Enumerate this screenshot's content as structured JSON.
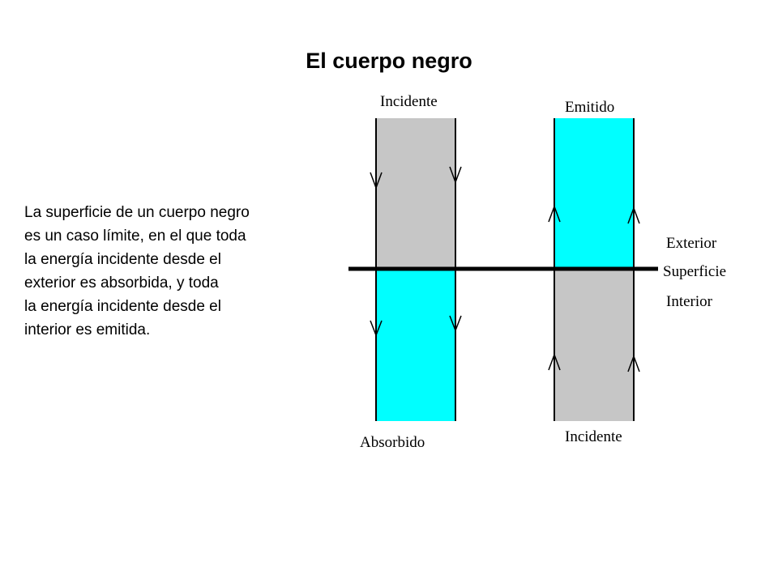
{
  "title": "El cuerpo negro",
  "description_lines": [
    "La superficie de un cuerpo negro",
    "es un caso límite, en el que toda",
    "la energía incidente desde el",
    "exterior es absorbida, y toda",
    "la energía incidente desde el",
    "interior es emitida."
  ],
  "diagram": {
    "labels": {
      "incident_top": "Incidente",
      "emitted": "Emitido",
      "absorbed": "Absorbido",
      "incident_bottom": "Incidente",
      "exterior": "Exterior",
      "surface": "Superficie",
      "interior": "Interior"
    },
    "colors": {
      "incident_fill": "#c6c6c6",
      "cyan_fill": "#00ffff",
      "surface_line": "#000000"
    }
  }
}
